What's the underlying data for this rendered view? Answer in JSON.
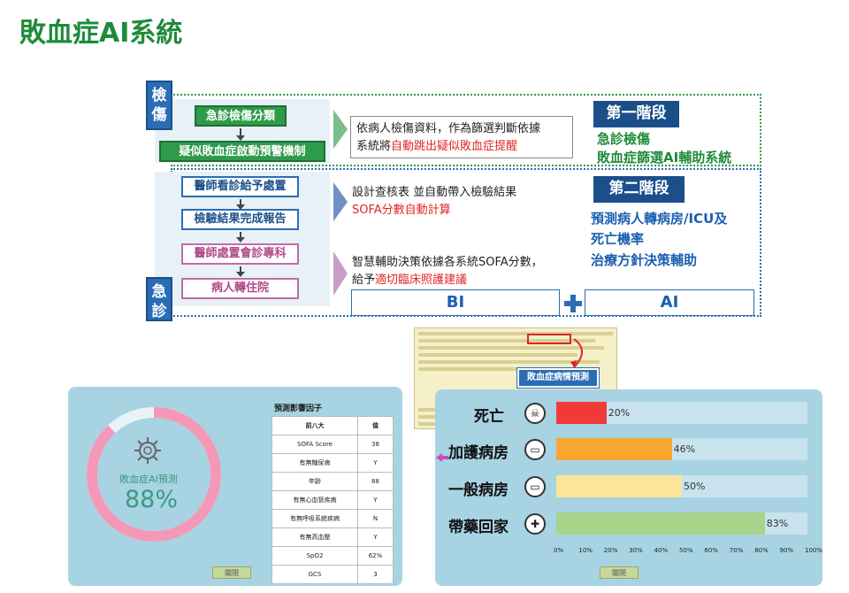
{
  "title": "敗血症AI系統",
  "triage_tag": "檢傷",
  "er_tag": "急診",
  "triage_flow": {
    "step1": "急診檢傷分類",
    "step2": "疑似敗血症啟動預警機制"
  },
  "er_flow": {
    "step1": "醫師看診給予處置",
    "step2": "檢驗結果完成報告",
    "step3": "醫師處置會診專科",
    "step4": "病人轉住院"
  },
  "descriptions": {
    "d1_line1": "依病人檢傷資料，作為篩選判斷依據",
    "d1_line2_prefix": "系統將",
    "d1_line2_red": "自動跳出疑似敗血症提醒",
    "d2_line1": "設計查核表 並自動帶入檢驗結果",
    "d2_line2_red": "SOFA分數自動計算",
    "d3_line1": "智慧輔助決策依據各系統SOFA分數，",
    "d3_line2_prefix": "給予",
    "d3_line2_red": "適切臨床照護建議"
  },
  "phase1": {
    "title": "第一階段",
    "line1": "急診檢傷",
    "line2": "敗血症篩選AI輔助系統"
  },
  "phase2": {
    "title": "第二階段",
    "line1": "預測病人轉病房/ICU及",
    "line2": "死亡機率",
    "line3": "治療方針決策輔助"
  },
  "bi_label": "BI",
  "ai_label": "AI",
  "sepsis_predict_button": "敗血症病情預測",
  "left_panel": {
    "prediction_label": "敗血症AI預測",
    "prediction_value": "88%",
    "prediction_fraction": 0.88,
    "table_title": "預測影響因子",
    "table_header": [
      "前八大",
      "值"
    ],
    "table_rows": [
      [
        "SOFA Score",
        "38"
      ],
      [
        "有無糖尿病",
        "Y"
      ],
      [
        "年齡",
        "88"
      ],
      [
        "有無心血管疾病",
        "Y"
      ],
      [
        "有無呼吸系統疾病",
        "N"
      ],
      [
        "有無高血壓",
        "Y"
      ],
      [
        "SpO2",
        "62%"
      ],
      [
        "GCS",
        "3"
      ]
    ],
    "close_label": "關閉"
  },
  "right_panel": {
    "close_label": "關閉",
    "axis_ticks": [
      "0%",
      "10%",
      "20%",
      "30%",
      "40%",
      "50%",
      "60%",
      "70%",
      "80%",
      "90%",
      "100%"
    ],
    "colors": {
      "death": "#f03a3a",
      "icu": "#f7a630",
      "ward": "#fce49a",
      "home": "#a9d38a"
    }
  },
  "chart_data": {
    "type": "bar",
    "categories": [
      "死亡",
      "加護病房",
      "一般病房",
      "帶藥回家"
    ],
    "values": [
      20,
      46,
      50,
      83
    ],
    "value_labels": [
      "20%",
      "46%",
      "50%",
      "83%"
    ],
    "xlim": [
      0,
      100
    ],
    "icons": [
      "skull-icon",
      "icu-bed-icon",
      "ward-bed-icon",
      "medicine-icon"
    ]
  }
}
